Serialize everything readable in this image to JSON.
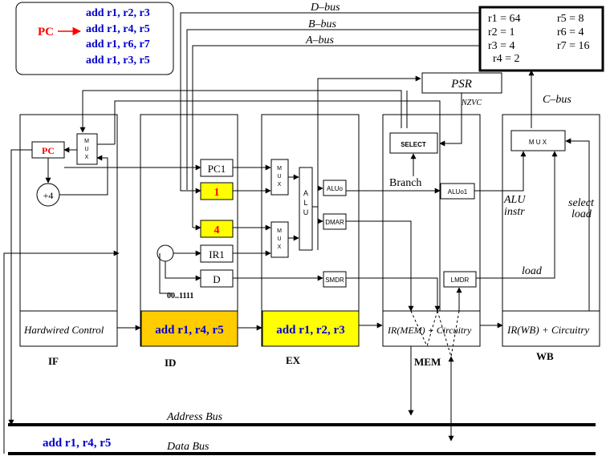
{
  "program": {
    "pc_label": "PC",
    "instructions": [
      "add r1, r2, r3",
      "add r1, r4, r5",
      "add r1, r6, r7",
      "add r1, r3, r5"
    ]
  },
  "registers": {
    "col1": [
      "r1 = 64",
      "r2 = 1",
      "r3 = 4",
      "r4 = 2"
    ],
    "col2": [
      "r5 = 8",
      "r6 = 4",
      "r7 = 16"
    ]
  },
  "buses": {
    "d": "D–bus",
    "b": "B–bus",
    "a": "A–bus",
    "c": "C–bus",
    "address": "Address Bus",
    "data": "Data Bus"
  },
  "psr": {
    "label": "PSR",
    "flags": "NZVC"
  },
  "stages": {
    "if": {
      "name": "IF",
      "pc": "PC",
      "mux": "M\nU\nX",
      "adder": "+4",
      "footer": "Hardwired Control"
    },
    "id": {
      "name": "ID",
      "pc1": "PC1",
      "op1": "1",
      "op2": "4",
      "ir1": "IR1",
      "d": "D",
      "d_range": "00..1111",
      "footer": "add r1, r4, r5"
    },
    "ex": {
      "name": "EX",
      "mux": "M\nU\nX",
      "alu": "A\nL\nU",
      "aluo": "ALUo",
      "dmar": "DMAR",
      "smdr": "SMDR",
      "footer": "add r1, r2, r3"
    },
    "mem": {
      "name": "MEM",
      "select": "SELECT",
      "branch": "Branch",
      "aluo1": "ALUo1",
      "lmdr": "LMDR",
      "footer": "IR(MEM) + Circuitry"
    },
    "wb": {
      "name": "WB",
      "mux": "M U X",
      "alu_instr": [
        "ALU",
        "instr"
      ],
      "select_load": [
        "select",
        "load"
      ],
      "load": "load",
      "footer": "IR(WB) + Circuitry"
    }
  },
  "data_bus_instruction": "add r1, r4, r5",
  "colors": {
    "highlight_yellow": "#ffff00",
    "id_footer": "#ffcc00",
    "blue_text": "#0000cc",
    "red_text": "#ff0000"
  }
}
